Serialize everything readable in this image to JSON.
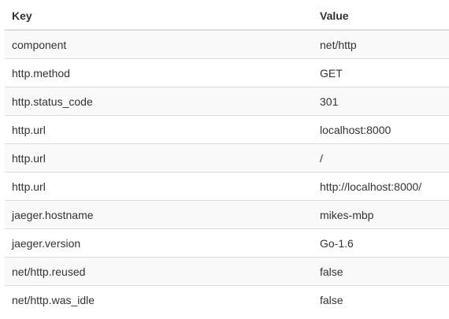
{
  "table": {
    "headers": {
      "key": "Key",
      "value": "Value"
    },
    "rows": [
      {
        "key": "component",
        "value": "net/http"
      },
      {
        "key": "http.method",
        "value": "GET"
      },
      {
        "key": "http.status_code",
        "value": "301"
      },
      {
        "key": "http.url",
        "value": "localhost:8000"
      },
      {
        "key": "http.url",
        "value": "/"
      },
      {
        "key": "http.url",
        "value": "http://localhost:8000/"
      },
      {
        "key": "jaeger.hostname",
        "value": "mikes-mbp"
      },
      {
        "key": "jaeger.version",
        "value": "Go-1.6"
      },
      {
        "key": "net/http.reused",
        "value": "false"
      },
      {
        "key": "net/http.was_idle",
        "value": "false"
      }
    ]
  }
}
